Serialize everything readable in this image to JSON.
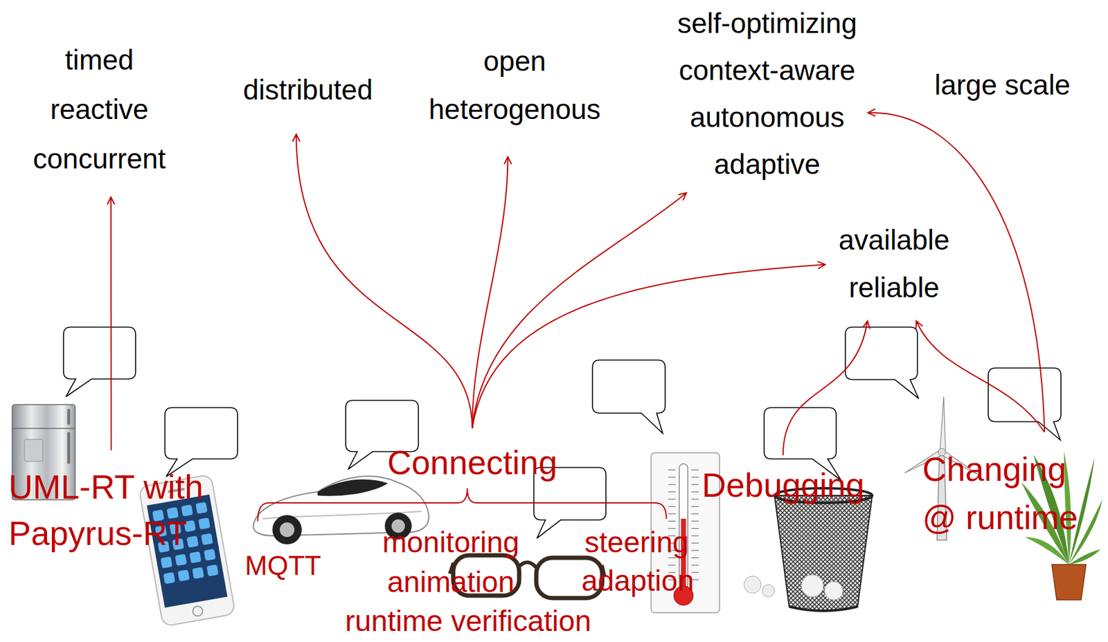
{
  "diagram": {
    "nodes": [
      {
        "text": [
          "timed",
          "reactive",
          "concurrent"
        ]
      },
      {
        "text": [
          "distributed"
        ]
      },
      {
        "text": [
          "open",
          "heterogenous"
        ]
      },
      {
        "text": [
          "self-optimizing",
          "context-aware",
          "autonomous",
          "adaptive"
        ]
      },
      {
        "text": [
          "available",
          "reliable"
        ]
      },
      {
        "text": [
          "UML-RT with Papyrus-RT"
        ]
      },
      {
        "text": [
          "Connecting"
        ]
      },
      {
        "text": [
          "Debugging"
        ]
      },
      {
        "text": [
          "Changing @ runtime"
        ]
      }
    ],
    "edges": [
      {
        "from": 5,
        "to": 0,
        "arrow": "to"
      },
      {
        "from": 6,
        "to": 1,
        "arrow": "to"
      },
      {
        "from": 6,
        "to": 2,
        "arrow": "to"
      },
      {
        "from": 6,
        "to": 3,
        "arrow": "to"
      },
      {
        "from": 6,
        "to": 4,
        "arrow": "to"
      },
      {
        "from": 7,
        "to": 4,
        "arrow": "to"
      },
      {
        "from": 8,
        "to": 4,
        "arrow": "to"
      },
      {
        "from": 8,
        "to": 3,
        "arrow": "to"
      }
    ],
    "labels": [
      "large scale",
      "MQTT",
      "monitoring",
      "animation",
      "runtime verification",
      "steering",
      "adaption"
    ]
  }
}
